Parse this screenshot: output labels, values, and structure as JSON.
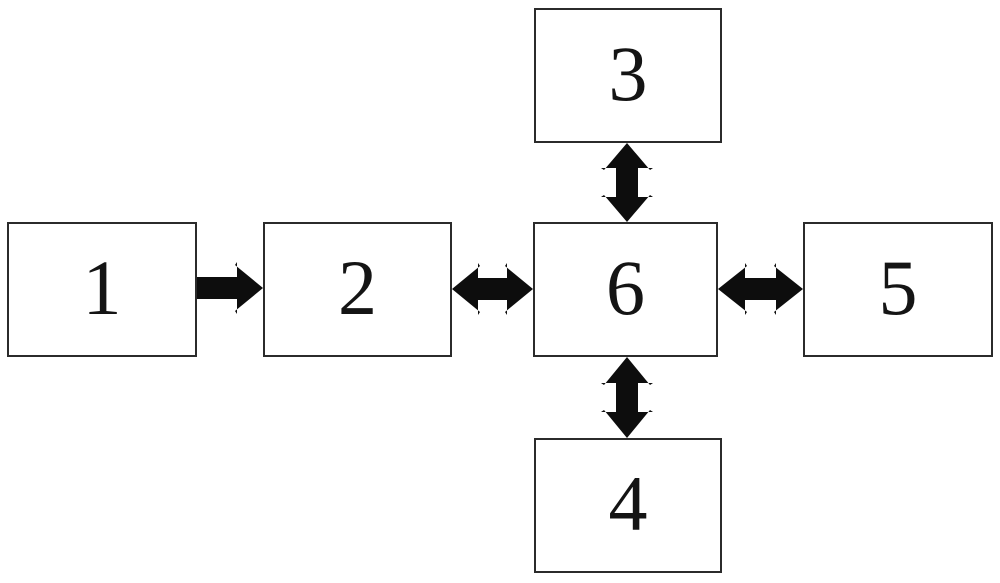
{
  "diagram": {
    "background_color": "#ffffff",
    "box_border_color": "#2b2b2b",
    "box_fill_color": "#ffffff",
    "arrow_color": "#0d0d0d",
    "label_color": "#141414",
    "boxes": [
      {
        "id": "box-1",
        "label": "1",
        "position": "middle-row-far-left"
      },
      {
        "id": "box-2",
        "label": "2",
        "position": "middle-row-left"
      },
      {
        "id": "box-3",
        "label": "3",
        "position": "top-center"
      },
      {
        "id": "box-4",
        "label": "4",
        "position": "bottom-center"
      },
      {
        "id": "box-5",
        "label": "5",
        "position": "middle-row-far-right"
      },
      {
        "id": "box-6",
        "label": "6",
        "position": "middle-row-center"
      }
    ],
    "connections": [
      {
        "from": "1",
        "to": "2",
        "type": "single-arrow",
        "direction": "right",
        "orientation": "horizontal"
      },
      {
        "from": "2",
        "to": "6",
        "type": "double-arrow",
        "direction": "both",
        "orientation": "horizontal"
      },
      {
        "from": "6",
        "to": "5",
        "type": "double-arrow",
        "direction": "both",
        "orientation": "horizontal"
      },
      {
        "from": "3",
        "to": "6",
        "type": "double-arrow",
        "direction": "both",
        "orientation": "vertical"
      },
      {
        "from": "6",
        "to": "4",
        "type": "double-arrow",
        "direction": "both",
        "orientation": "vertical"
      }
    ]
  }
}
